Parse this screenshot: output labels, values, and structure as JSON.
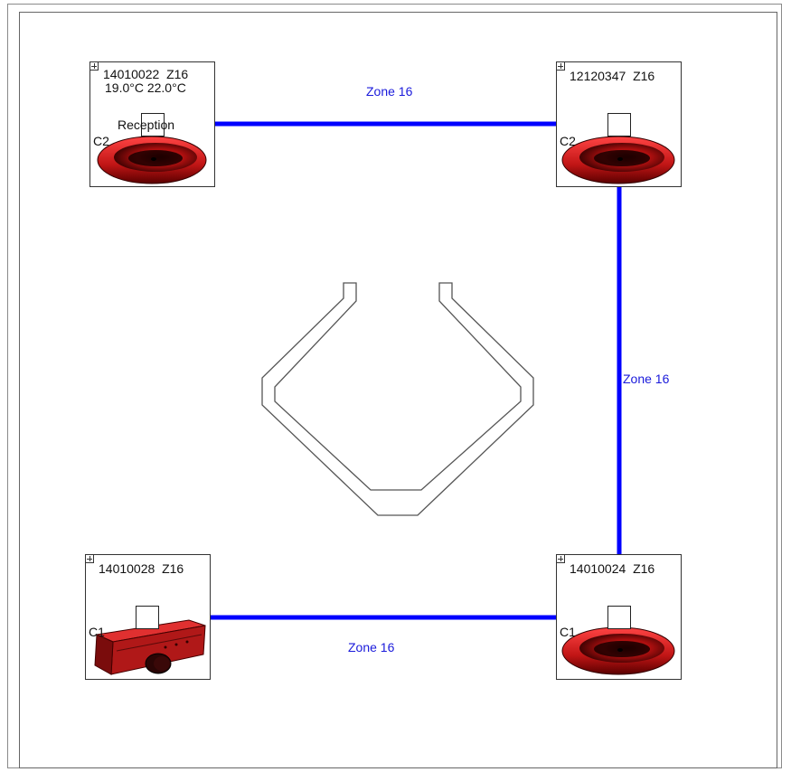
{
  "zones": {
    "top": "Zone 16",
    "right": "Zone 16",
    "bottom": "Zone 16"
  },
  "nodes": {
    "top_left": {
      "id": "14010022",
      "zone": "Z16",
      "temps": "19.0°C 22.0°C",
      "room": "Reception",
      "channel": "C2",
      "device": "bell-sounder"
    },
    "top_right": {
      "id": "12120347",
      "zone": "Z16",
      "channel": "C2",
      "device": "bell-sounder"
    },
    "bottom_left": {
      "id": "14010028",
      "zone": "Z16",
      "channel": "C1",
      "device": "beam-detector"
    },
    "bottom_right": {
      "id": "14010024",
      "zone": "Z16",
      "channel": "C1",
      "device": "bell-sounder"
    }
  },
  "colors": {
    "link": "#0000ff",
    "device_red": "#d21a1a",
    "zone_text": "#1a1adb"
  }
}
